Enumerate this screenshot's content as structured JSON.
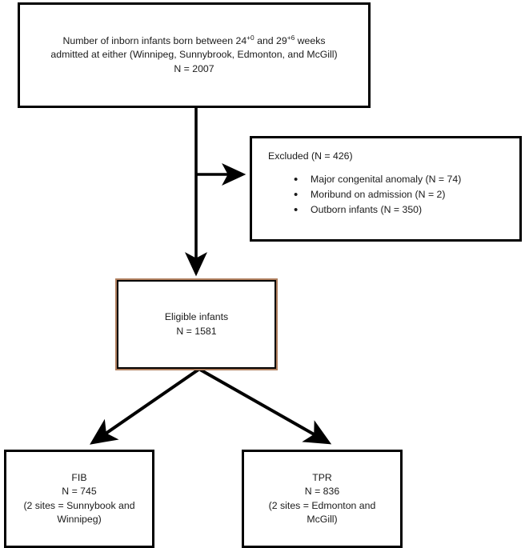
{
  "figure": {
    "type": "flowchart",
    "orientation": "top-down",
    "background_color": "#ffffff",
    "line_color": "#000000",
    "text_color": "#1a1a1a",
    "accent_border_color": "#b07f5e"
  },
  "nodes": {
    "cohort": {
      "id": "cohort",
      "line1_part1": "Number of inborn infants born between 24",
      "line1_sup1": "+0",
      "line1_part2": " and 29",
      "line1_sup2": "+6",
      "line1_part3": " weeks",
      "line2": "admitted at either (Winnipeg, Sunnybrook, Edmonton, and McGill)",
      "line3": "N = 2007",
      "count": 2007
    },
    "excluded": {
      "id": "excluded",
      "heading": "Excluded (N = 426)",
      "count": 426,
      "bullet_glyph": "•",
      "items": [
        {
          "label": "Major congenital anomaly (N = 74)",
          "count": 74
        },
        {
          "label": "Moribund on admission (N = 2)",
          "count": 2
        },
        {
          "label": "Outborn infants (N = 350)",
          "count": 350
        }
      ]
    },
    "eligible": {
      "id": "eligible",
      "line1": "Eligible infants",
      "line2": "N = 1581",
      "count": 1581
    },
    "fib": {
      "id": "fib",
      "line1": "FIB",
      "line2": "N = 745",
      "line3": "(2 sites = Sunnybook and",
      "line4": "Winnipeg)",
      "count": 745,
      "sites": 2
    },
    "tpr": {
      "id": "tpr",
      "line1": "TPR",
      "line2": "N = 836",
      "line3": "(2 sites = Edmonton and",
      "line4": "McGill)",
      "count": 836,
      "sites": 2
    }
  },
  "connectors": [
    {
      "name": "cohort-to-eligible",
      "from": "cohort",
      "to": "eligible",
      "style": "straight-vertical-arrow"
    },
    {
      "name": "cohort-to-excluded",
      "from": "cohort",
      "to": "excluded",
      "style": "elbow-right-arrow"
    },
    {
      "name": "eligible-to-fib",
      "from": "eligible",
      "to": "fib",
      "style": "diagonal-arrow"
    },
    {
      "name": "eligible-to-tpr",
      "from": "eligible",
      "to": "tpr",
      "style": "diagonal-arrow"
    }
  ]
}
